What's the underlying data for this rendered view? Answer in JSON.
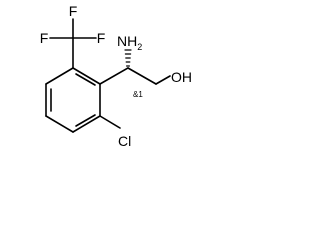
{
  "structure": {
    "labels": {
      "F_top": "F",
      "F_left": "F",
      "F_right": "F",
      "N": "NH",
      "N_sub": "2",
      "O": "OH",
      "Cl": "Cl",
      "stereo": "&1"
    }
  }
}
